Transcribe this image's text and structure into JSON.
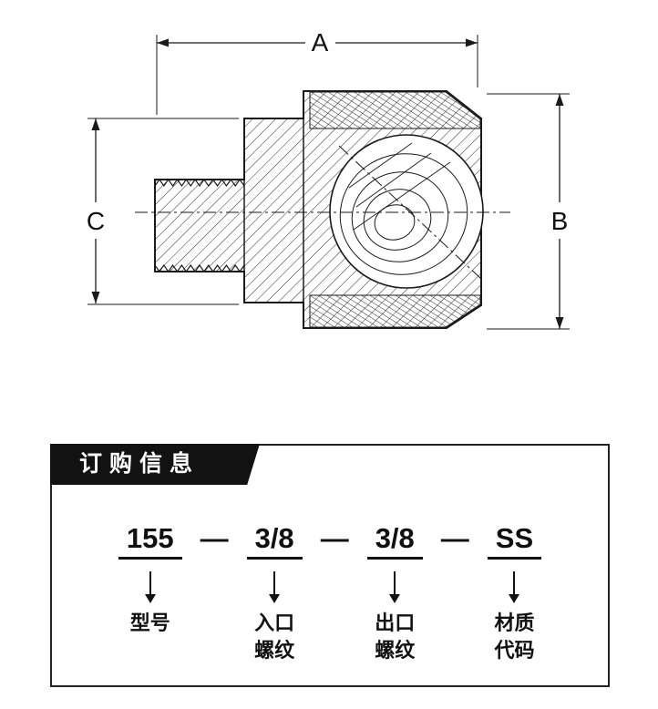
{
  "diagram": {
    "dim_labels": {
      "a": "A",
      "b": "B",
      "c": "C"
    }
  },
  "ordering": {
    "title": "订购信息",
    "separator": "—",
    "parts": [
      {
        "value": "155",
        "label": "型号"
      },
      {
        "value": "3/8",
        "label": "入口\n螺纹"
      },
      {
        "value": "3/8",
        "label": "出口\n螺纹"
      },
      {
        "value": "SS",
        "label": "材质\n代码"
      }
    ]
  }
}
